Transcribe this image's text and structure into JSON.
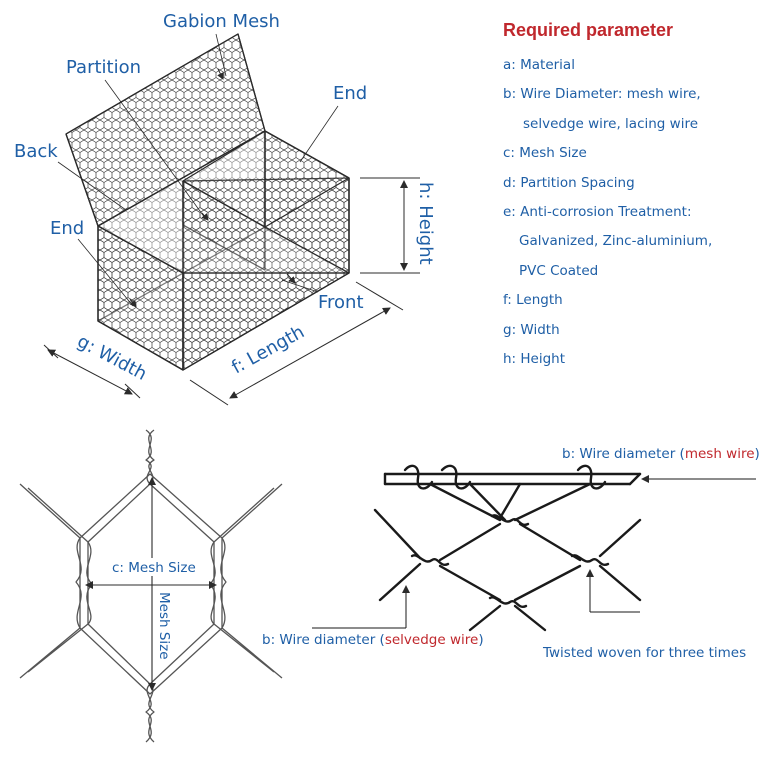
{
  "box_labels": {
    "gabion_mesh": "Gabion Mesh",
    "partition": "Partition",
    "end_right": "End",
    "back": "Back",
    "end_left": "End",
    "front": "Front",
    "height": "h: Height",
    "length": "f: Length",
    "width": "g: Width"
  },
  "parameters": {
    "title": "Required parameter",
    "items": [
      "a: Material",
      "b: Wire Diameter: mesh wire,",
      "selvedge wire, lacing wire",
      "c: Mesh Size",
      "d: Partition Spacing",
      "e: Anti-corrosion Treatment:",
      "Galvanized, Zinc-aluminium,",
      "PVC Coated",
      "f: Length",
      "g: Width",
      "h: Height"
    ]
  },
  "mesh_detail": {
    "mesh_size_horizontal": "c: Mesh Size",
    "mesh_size_vertical": "Mesh Size"
  },
  "wire_detail": {
    "mesh_wire_prefix": "b: Wire diameter (",
    "mesh_wire_term": "mesh wire",
    "mesh_wire_suffix": ")",
    "selvedge_prefix": "b: Wire diameter (",
    "selvedge_term": "selvedge wire",
    "selvedge_suffix": ")",
    "twisted": "Twisted woven for three times"
  },
  "colors": {
    "label_blue": "#1f5fa6",
    "accent_red": "#c0282d",
    "line": "#2b2b2b"
  }
}
